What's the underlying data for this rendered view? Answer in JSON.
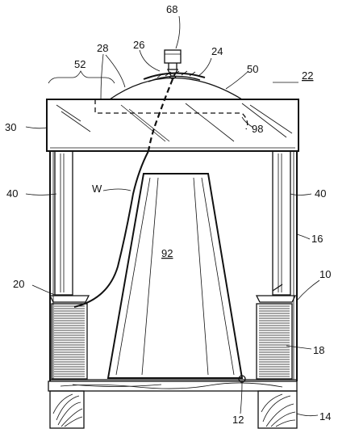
{
  "labels": {
    "l68": "68",
    "l28": "28",
    "l26": "26",
    "l24": "24",
    "l52": "52",
    "l50": "50",
    "l22": "22",
    "l30": "30",
    "l98": "98",
    "lW": "W",
    "l40a": "40",
    "l40b": "40",
    "l16": "16",
    "l92": "92",
    "l10": "10",
    "l20": "20",
    "l18": "18",
    "l12": "12",
    "l14": "14"
  }
}
